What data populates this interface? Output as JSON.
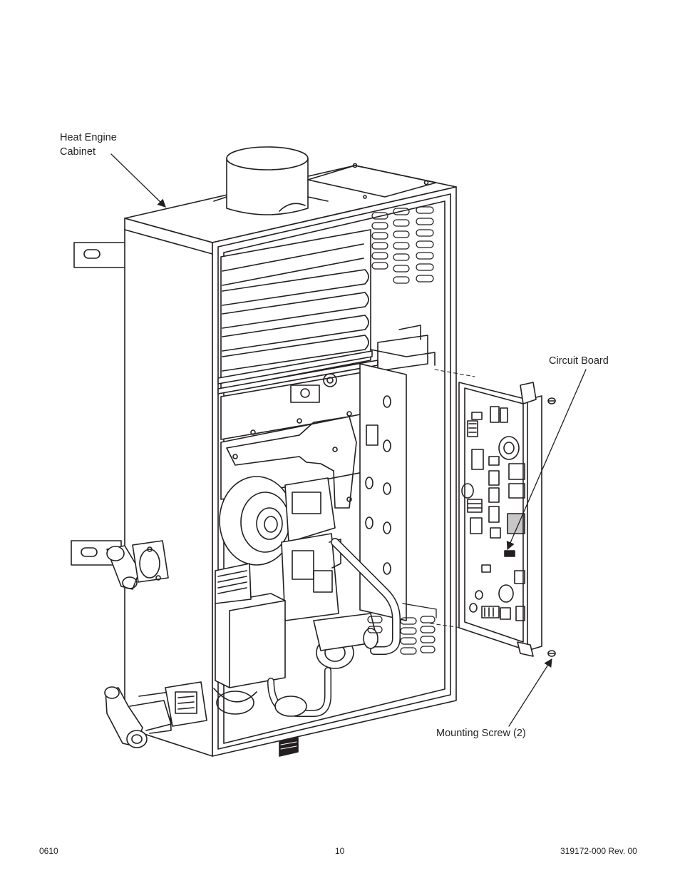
{
  "callouts": {
    "heat_engine_cabinet": [
      "Heat Engine",
      "Cabinet"
    ],
    "circuit_board": "Circuit Board",
    "mounting_screw": "Mounting Screw (2)"
  },
  "footer": {
    "date_code": "0610",
    "page_number": "10",
    "document_number": "319172-000 Rev. 00"
  }
}
